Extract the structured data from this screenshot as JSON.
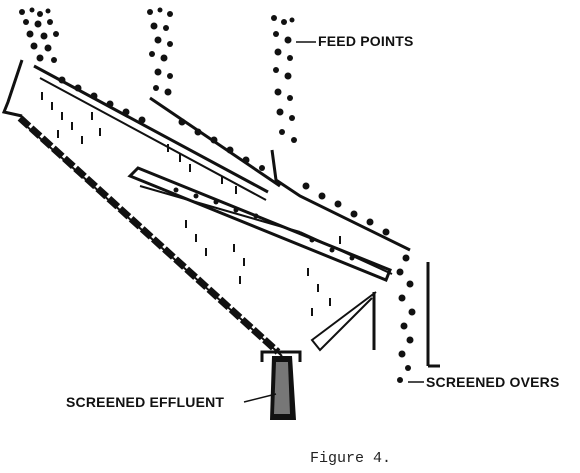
{
  "labels": {
    "feed_points": "FEED POINTS",
    "screened_effluent": "SCREENED EFFLUENT",
    "screened_overs": "SCREENED OVERS"
  },
  "caption": "Figure 4.",
  "colors": {
    "ink": "#111111",
    "paper": "#ffffff"
  }
}
